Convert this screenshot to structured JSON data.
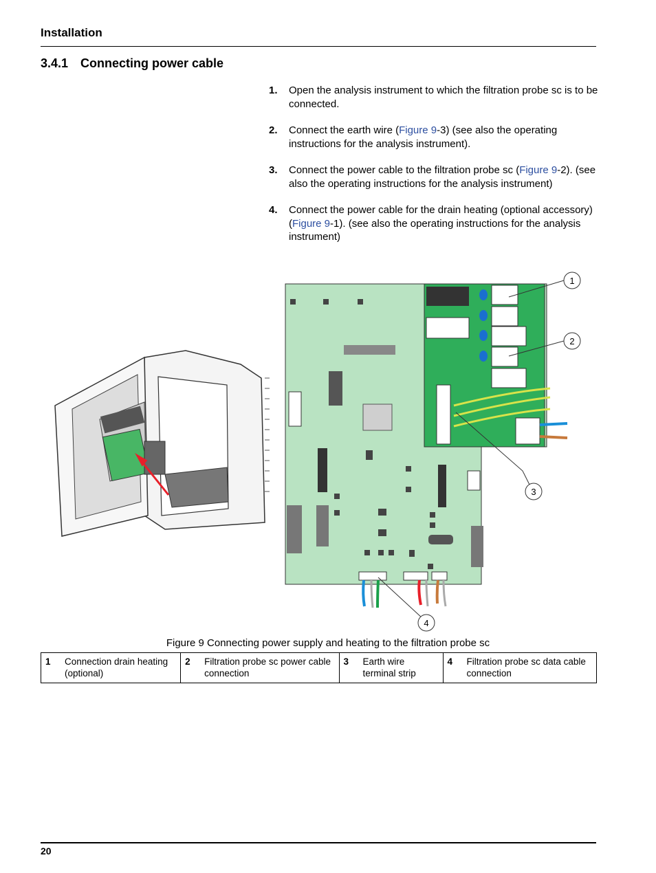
{
  "header": {
    "section_title": "Installation"
  },
  "section": {
    "number": "3.4.1",
    "title": "Connecting power cable"
  },
  "steps": [
    {
      "num": "1.",
      "pre": "Open the analysis instrument to which the filtration probe sc is to be connected.",
      "link": "",
      "post": ""
    },
    {
      "num": "2.",
      "pre": "Connect the earth wire (",
      "link": "Figure 9",
      "post": "-3) (see also the operating instructions for the analysis instrument)."
    },
    {
      "num": "3.",
      "pre": "Connect the power cable to the filtration probe sc (",
      "link": "Figure 9",
      "post": "-2). (see also the operating instructions for the analysis instrument)"
    },
    {
      "num": "4.",
      "pre": "Connect the power cable for the drain heating (optional accessory) (",
      "link": "Figure 9",
      "post": "-1). (see also the operating instructions for the analysis instrument)"
    }
  ],
  "figure": {
    "callouts": [
      "1",
      "2",
      "3",
      "4"
    ],
    "caption": "Figure 9 Connecting power supply and heating to the filtration probe sc"
  },
  "legend": [
    {
      "key": "1",
      "text": "Connection drain heating (optional)"
    },
    {
      "key": "2",
      "text": "Filtration probe sc power cable connection"
    },
    {
      "key": "3",
      "text": "Earth wire terminal strip"
    },
    {
      "key": "4",
      "text": "Filtration probe sc data cable connection"
    }
  ],
  "footer": {
    "page_number": "20"
  },
  "colors": {
    "link": "#2d4fa0",
    "board": "#b9e3c2",
    "terminal_board": "#2fae5a"
  }
}
